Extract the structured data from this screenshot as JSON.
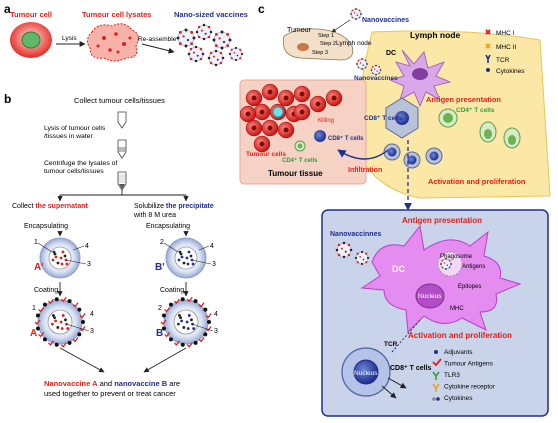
{
  "panel_a": {
    "letter": "a",
    "tumour_cell": "Tumour cell",
    "lysis": "Lysis",
    "tumour_cell_lysates": "Tumour cell lysates",
    "reassemble": "Re-assemble",
    "nano_vaccines": "Nano-sized vaccines"
  },
  "panel_b": {
    "letter": "b",
    "collect": "Collect tumour cells/tissues",
    "lysis_line1": "Lysis of tumour cells",
    "lysis_line2": "/tissues in water",
    "centrifuge_line1": "Centrifuge the lysates of",
    "centrifuge_line2": "tumour cells/tissues",
    "left_collect_prefix": "Collect ",
    "left_collect_key": "the supernatant",
    "right_solub_prefix": "Solubilize ",
    "right_solub_key": "the precipitate",
    "right_solub_line2": "with 8 M urea",
    "encapsulating": "Encapsulating",
    "coating": "Coating",
    "label_a_prime": "A'",
    "label_b_prime": "B'",
    "label_a": "A",
    "label_b": "B",
    "n1": "1",
    "n2": "2",
    "n3": "3",
    "n4": "4",
    "bottom_a": "Nanovaccine A",
    "bottom_and": " and ",
    "bottom_b": "nanovaccine B",
    "bottom_are": " are",
    "bottom_line2": "used together to prevent or treat cancer"
  },
  "panel_c": {
    "letter": "c",
    "nanovaccines": "Nanovaccines",
    "tumour": "Tumour",
    "step1": "Step 1",
    "step2": "Step 2",
    "step3": "Step 3",
    "lymph_node_small": "Lymph node",
    "lymph_node": "Lymph node",
    "dc": "DC",
    "mhc1": "MHC I",
    "mhc2": "MHC II",
    "tcr": "TCR",
    "cytokines": "Cytokines",
    "nanovaccines2": "Nanovaccines",
    "antigen_presentation": "Antigen presentation",
    "cd8_t_cells": "CD8⁺ T cells",
    "cd4_t_cells": "CD4⁺ T cells",
    "killing": "Killing",
    "cd8_t_cells2": "CD8⁺ T cells",
    "cd4_t_cells2": "CD4⁺ T cells",
    "tumour_cells": "Tumour cells",
    "tumour_tissue": "Tumour tissue",
    "infiltration": "Infiltration",
    "activation": "Activation and proliferation"
  },
  "panel_d": {
    "antigen_presentation": "Antigen presentation",
    "nanovaccines": "Nanovaccinnes",
    "dc": "DC",
    "phagosome": "Phagosome",
    "antigens": "Antigens",
    "epitopes": "Epitopes",
    "nucleus": "Nucleus",
    "mhc": "MHC",
    "tcr": "TCR",
    "activation": "Activation and proliferation",
    "nucleus2": "Nucleus",
    "cd8_t_cells": "CD8⁺ T cells",
    "legend": [
      "Adjuvants",
      "Tumour Antigens",
      "TLR3",
      "Cytokine receptor",
      "Cytokines"
    ]
  },
  "colors": {
    "red": "#e0211a",
    "blue": "#1f2f8f",
    "green": "#2e9e3a",
    "skin": "#f6d2c4",
    "yellow_bg": "#fbe7a6",
    "purple": "#c84fd8",
    "panel_d_bg": "#c9d3ea"
  }
}
